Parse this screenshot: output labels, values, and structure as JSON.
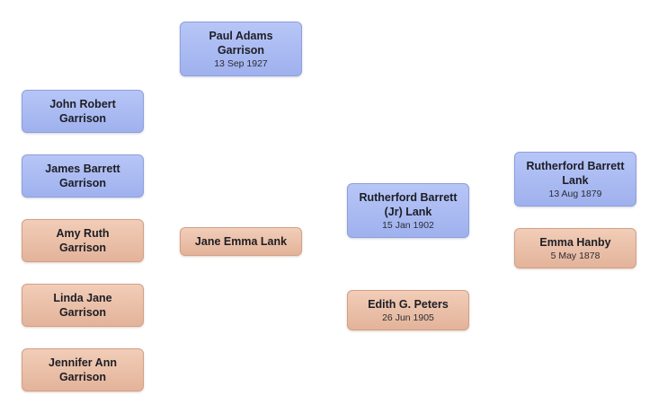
{
  "people": {
    "paul": {
      "name": "Paul Adams\nGarrison",
      "date": "13 Sep 1927",
      "sex": "male"
    },
    "john": {
      "name": "John Robert\nGarrison",
      "date": "",
      "sex": "male"
    },
    "james": {
      "name": "James Barrett\nGarrison",
      "date": "",
      "sex": "male"
    },
    "amy": {
      "name": "Amy Ruth\nGarrison",
      "date": "",
      "sex": "female"
    },
    "linda": {
      "name": "Linda Jane\nGarrison",
      "date": "",
      "sex": "female"
    },
    "jennifer": {
      "name": "Jennifer Ann\nGarrison",
      "date": "",
      "sex": "female"
    },
    "jane": {
      "name": "Jane Emma  Lank",
      "date": "",
      "sex": "female"
    },
    "rutherford_jr": {
      "name": "Rutherford Barrett\n(Jr)  Lank",
      "date": "15 Jan 1902",
      "sex": "male"
    },
    "edith": {
      "name": "Edith G.  Peters",
      "date": "26 Jun 1905",
      "sex": "female"
    },
    "rutherford_sr": {
      "name": "Rutherford  Barrett\nLank",
      "date": "13 Aug 1879",
      "sex": "male"
    },
    "emma": {
      "name": "Emma  Hanby",
      "date": "5 May 1878",
      "sex": "female"
    }
  },
  "colors": {
    "male": "#a9baf2",
    "female": "#ebc0a8"
  }
}
